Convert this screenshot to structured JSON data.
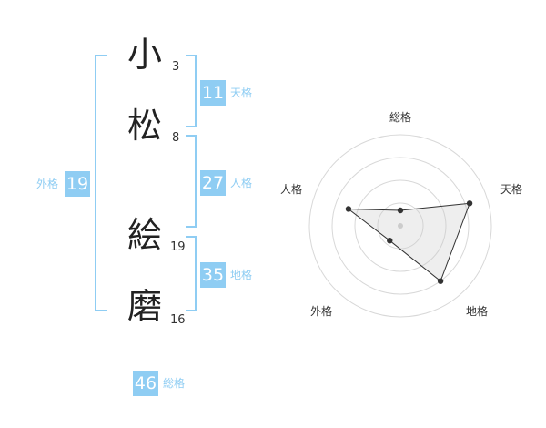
{
  "name": {
    "chars": [
      {
        "char": "小",
        "strokes": "3"
      },
      {
        "char": "松",
        "strokes": "8"
      },
      {
        "char": "絵",
        "strokes": "19"
      },
      {
        "char": "磨",
        "strokes": "16"
      }
    ]
  },
  "kaku": {
    "tenkaku": {
      "label": "天格",
      "value": "11"
    },
    "jinkaku": {
      "label": "人格",
      "value": "27"
    },
    "chikaku": {
      "label": "地格",
      "value": "35"
    },
    "gaikaku": {
      "label": "外格",
      "value": "19"
    },
    "soukaku": {
      "label": "総格",
      "value": "46"
    }
  },
  "colors": {
    "accent": "#8fcdf3",
    "text": "#222222",
    "label": "#333333"
  },
  "chart_data": {
    "type": "radar",
    "axes": [
      "総格",
      "天格",
      "地格",
      "外格",
      "人格"
    ],
    "values": [
      0.17,
      0.8,
      0.75,
      0.2,
      0.6
    ],
    "range": [
      0,
      1
    ],
    "rings": 4
  }
}
